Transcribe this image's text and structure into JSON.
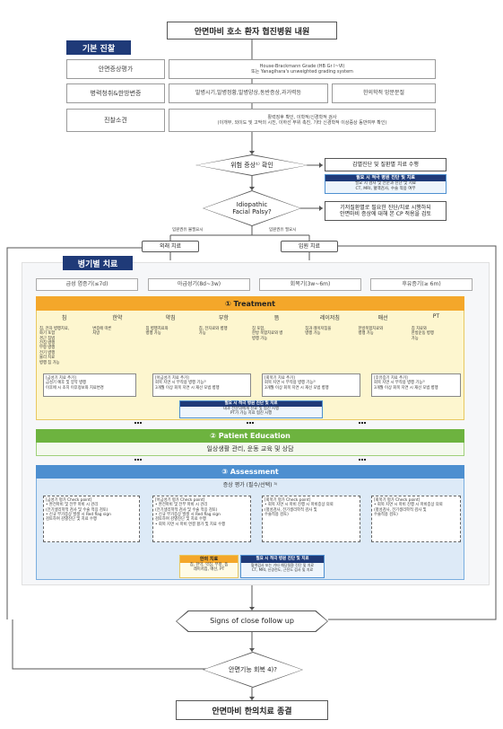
{
  "title": "안면마비 호소 환자 협진병원 내원",
  "basic": {
    "label": "기본 진찰",
    "rows": [
      {
        "label": "안면증상평가",
        "content": "House-Brackmann Grade (HB Gr Ⅰ~Ⅵ)\n또는 Yanagihara's unweighted grading system"
      },
      {
        "label": "병력청취&한방변증",
        "content_left": "발병시기,발병정황,발병양상,동반증상,과거력등",
        "content_right": "한의학적 망문문절"
      },
      {
        "label": "진찰소견",
        "content": "활력징후 확인, 이학적/신경학적 검사\n(이개부, 외이도 및 고막의 시진, 이하선 부위 촉진, 기타 신경학적 이상증상 동반여부 확인)"
      }
    ]
  },
  "danger": {
    "question": "위험 증상¹⁾ 확인",
    "right_box": "감별진단 및 질환별 치료 수행",
    "blue_box_title": "필요 시 적극 병원 진단 및 치료",
    "blue_box_lines": [
      "필요 시 검사 및 전문과 진단 및 치료",
      "CT, MRI, 혈액검사, 수술 적용 여부"
    ]
  },
  "idiopathic": {
    "question_line1": "Idiopathic",
    "question_line2": "Facial Palsy?",
    "right_box_line1": "기저질환별로 필요한 진단/치료 시행하되",
    "right_box_line2": "안면마비 증상에 대해 본 CP 적용을 검토",
    "left_label": "입원권유 불필요시",
    "right_label": "입원권유 필요시"
  },
  "care": {
    "outpatient": "외래 치료",
    "inpatient": "입원 치료"
  },
  "stage": {
    "label": "병기별 치료",
    "phases": [
      "급성 염증기(≤7d)",
      "아급성기(8d~3w)",
      "회복기(3w~6m)",
      "후유증기(≥ 6m)"
    ]
  },
  "treatment": {
    "title": "① Treatment",
    "columns": [
      "침",
      "한약",
      "약침",
      "부항",
      "뜸",
      "레이저침",
      "매선",
      "PT"
    ],
    "col_notes": [
      "침, 전자 병행치료,\n화기 포함\n경근 침법\n전침 병행\n부항 병행\n전기 병행\n물리 치료\n병행 침 가능",
      "변증에 따른\n처방",
      "침 병행치료와\n병행 가능",
      "침, 전자료와 병행\n가능",
      "침 포함,\n한방 복합치료와 병\n병행 가능",
      "침과 레이저침을\n병행 가능",
      "한방복합치료와\n병행 가능",
      "침 치료와\n한방운동 병행\n가능"
    ],
    "phase_notes": [
      "[급성기 치료 추가]\n급성기 예후 및 양약 병행\n이후에 시 조치 이후정보와 치료변경",
      "[아급성기 치료 추가]\n회복 지연 시 부작용 병행 기능²⁾\n3개월 이상 회복 지연 시 재선 모법 병행",
      "[회복기 치료 추가]\n회복 지연 시 부작용 병행 기능²⁾\n3개월 이상 회복 지연 시 재선 모법 병행",
      "[후유증기 치료 추가]\n회복 지연 시 부작용 병행 기능²⁾\n3개월 이상 회복 지연 시 재선 모법 병행"
    ],
    "blue_strip_title": "필요 시 적극 병원 진단 및 치료",
    "blue_strip_lines": [
      "내과 전문의에게 진료 및 협진 시행",
      "PT가 가능 치료 협진 시행"
    ]
  },
  "education": {
    "title": "② Patient Education",
    "subtitle": "일상생활 관리, 운동 교육 및 상담"
  },
  "assessment": {
    "title": "③ Assessment",
    "subtitle": "증상 평가 (필수/선택) ³⁾",
    "boxes": [
      "[급성기 평가 Check point]\n• 완전마비 및 전부 마비 시 관리\n(전기생리학적 검사 및 수술 적응 검토)\n• 신규 부가증상 발생 시 Red flag sign\n검토하여 감별진단 및 치료 수행",
      "[아급성기 평가 Check point]\n• 완전마비 및 전부 마비 시 관리\n(전기생리학적 검사 및 수술 적응 검토)\n• 신규 부가증상 발생 시 Red flag sign\n검토하여 감별진단 및 치료 수행\n• 회복 지연 시 마비 연결 평가 및 치료 수행",
      "[회복기 평가 Check point]\n• 회복 지연 시 마비 진행 시 마비증상 의뢰\n(평성검사, 전기생리학적 검사 및\n수술적용 검토)",
      "[회복기 평가 Check point]\n• 회복 지연 시 마비 진행 시 마비증상 의뢰\n(평성검사, 전기생리학적 검사 및\n수술적용 검토)"
    ],
    "yellow_title": "한의 치료",
    "yellow_text": "침, 한약, 약침, 부항, 뜸\n레이저침, 매선, PT",
    "blue_title": "필요 시 적극 병원 진단 및 치료",
    "blue_text": "혈액검사 또는 기타 해당질환 진단 및 치료\nCT, MRI, 신경전도, 근전도 검사 및 치료"
  },
  "followup": {
    "question": "Signs of close follow up"
  },
  "recovery": {
    "question": "안면기능 회복 4)?"
  },
  "end": "안면마비 한의치료 종결",
  "colors": {
    "navy": "#1f3a78",
    "orange": "#f4a72a",
    "green": "#6db33f",
    "blue": "#4d8fd0",
    "light_yellow": "#fdf6cf",
    "light_blue": "#ddeaf7",
    "pale_yellow": "#fffbe6",
    "pale_blue": "#eef5fc"
  }
}
